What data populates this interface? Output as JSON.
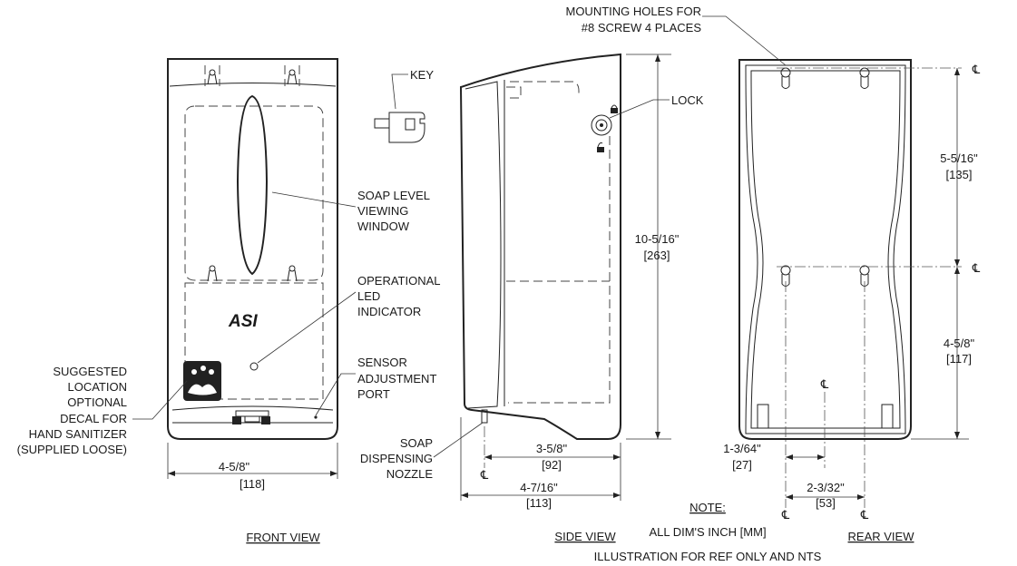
{
  "labels": {
    "key": "KEY",
    "soap_window": [
      "SOAP LEVEL",
      "VIEWING",
      "WINDOW"
    ],
    "led": [
      "OPERATIONAL",
      "LED",
      "INDICATOR"
    ],
    "sensor": [
      "SENSOR",
      "ADJUSTMENT",
      "PORT"
    ],
    "decal": [
      "SUGGESTED",
      "LOCATION",
      "OPTIONAL",
      "DECAL FOR",
      "HAND SANITIZER",
      "(SUPPLIED LOOSE)"
    ],
    "mounting": [
      "MOUNTING HOLES FOR",
      "#8 SCREW 4 PLACES"
    ],
    "lock": "LOCK",
    "nozzle": [
      "SOAP",
      "DISPENSING",
      "NOZZLE"
    ],
    "logo": "ASI"
  },
  "dimensions": {
    "front_width": [
      "4-5/8\"",
      "[118]"
    ],
    "side_height": [
      "10-5/16\"",
      "[263]"
    ],
    "side_nozzle": [
      "3-5/8\"",
      "[92]"
    ],
    "side_depth": [
      "4-7/16\"",
      "[113]"
    ],
    "rear_upper": [
      "5-5/16\"",
      "[135]"
    ],
    "rear_lower": [
      "4-5/8\"",
      "[117]"
    ],
    "rear_offset": [
      "1-3/64\"",
      "[27]"
    ],
    "rear_spacing": [
      "2-3/32\"",
      "[53]"
    ]
  },
  "centerline_symbol": "℄",
  "views": {
    "front": "FRONT VIEW",
    "side": "SIDE VIEW",
    "rear": "REAR VIEW"
  },
  "notes": {
    "heading": "NOTE:",
    "units": "ALL DIM'S INCH [MM]",
    "reference": "ILLUSTRATION FOR REF ONLY AND NTS"
  }
}
